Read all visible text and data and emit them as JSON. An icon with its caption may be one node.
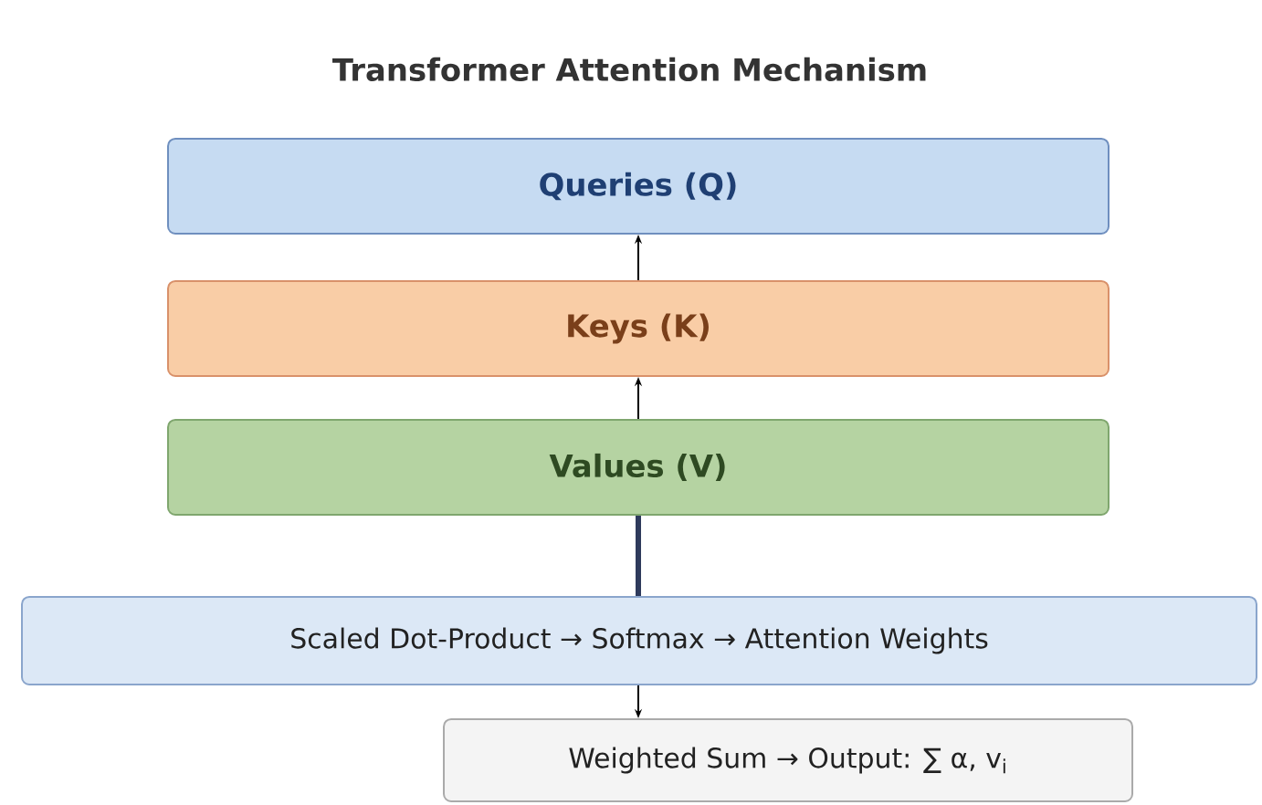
{
  "diagram": {
    "title": "Transformer Attention Mechanism",
    "nodes": [
      {
        "text": [
          "Queries (Q)"
        ]
      },
      {
        "text": [
          "Keys (K)"
        ]
      },
      {
        "text": [
          "Values (V)"
        ]
      },
      {
        "text": [
          "Scaled Dot-Product → Softmax → Attention Weights"
        ]
      },
      {
        "text": [
          "Weighted Sum → Output: ∑ α, v$_{i}$"
        ]
      }
    ],
    "edges": [
      {
        "from": 1,
        "to": 0,
        "arrow": "to"
      },
      {
        "from": 2,
        "to": 1,
        "arrow": "to"
      },
      {
        "from": 2,
        "to": 3,
        "arrow": "none",
        "style": "thick",
        "color": "#2e3a5c"
      },
      {
        "from": 3,
        "to": 4,
        "arrow": "to"
      }
    ]
  }
}
